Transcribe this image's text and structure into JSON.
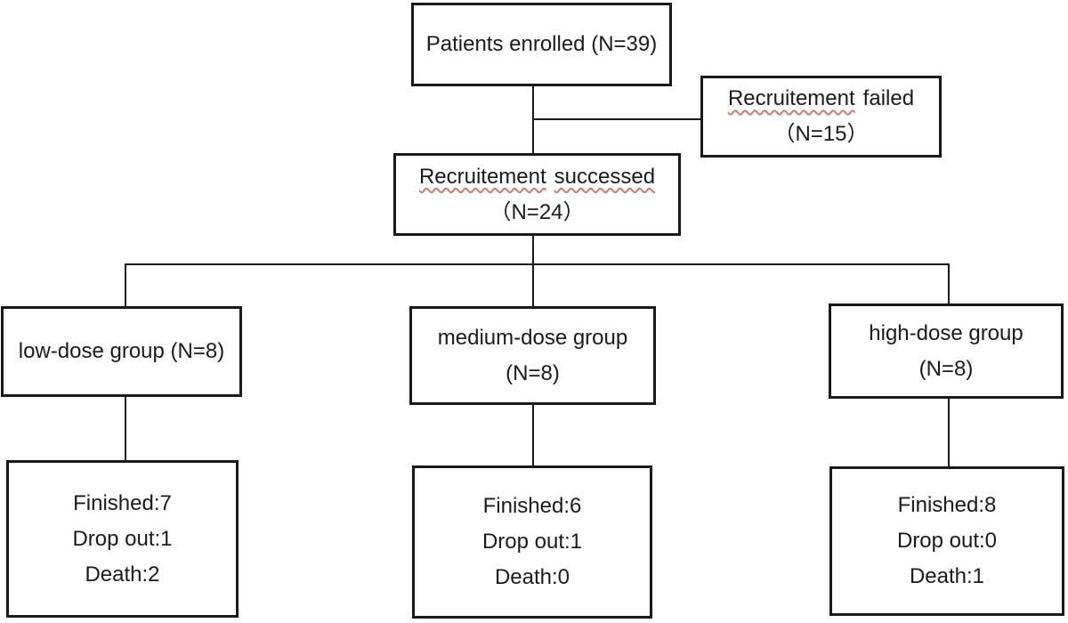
{
  "colors": {
    "border": "#1a1a1a",
    "text": "#1b1b1b",
    "background": "#ffffff",
    "spellcheck_underline": "#cf7b74"
  },
  "boxes": {
    "enrolled": {
      "label": "Patients enrolled (N=39)"
    },
    "failed": {
      "word_misspelled": "Recruitement",
      "word_rest": "failed",
      "count": "（N=15）"
    },
    "successed": {
      "word1": "Recruitement",
      "word2": "successed",
      "count": "（N=24）"
    },
    "low_group": {
      "label": "low-dose group (N=8)"
    },
    "medium_group": {
      "line1": "medium-dose group",
      "line2": "(N=8)"
    },
    "high_group": {
      "line1": "high-dose group",
      "line2": "(N=8)"
    },
    "low_outcome": {
      "finished": "Finished:7",
      "dropout": "Drop out:1",
      "death": "Death:2"
    },
    "medium_outcome": {
      "finished": "Finished:6",
      "dropout": "Drop out:1",
      "death": "Death:0"
    },
    "high_outcome": {
      "finished": "Finished:8",
      "dropout": "Drop out:0",
      "death": "Death:1"
    }
  }
}
